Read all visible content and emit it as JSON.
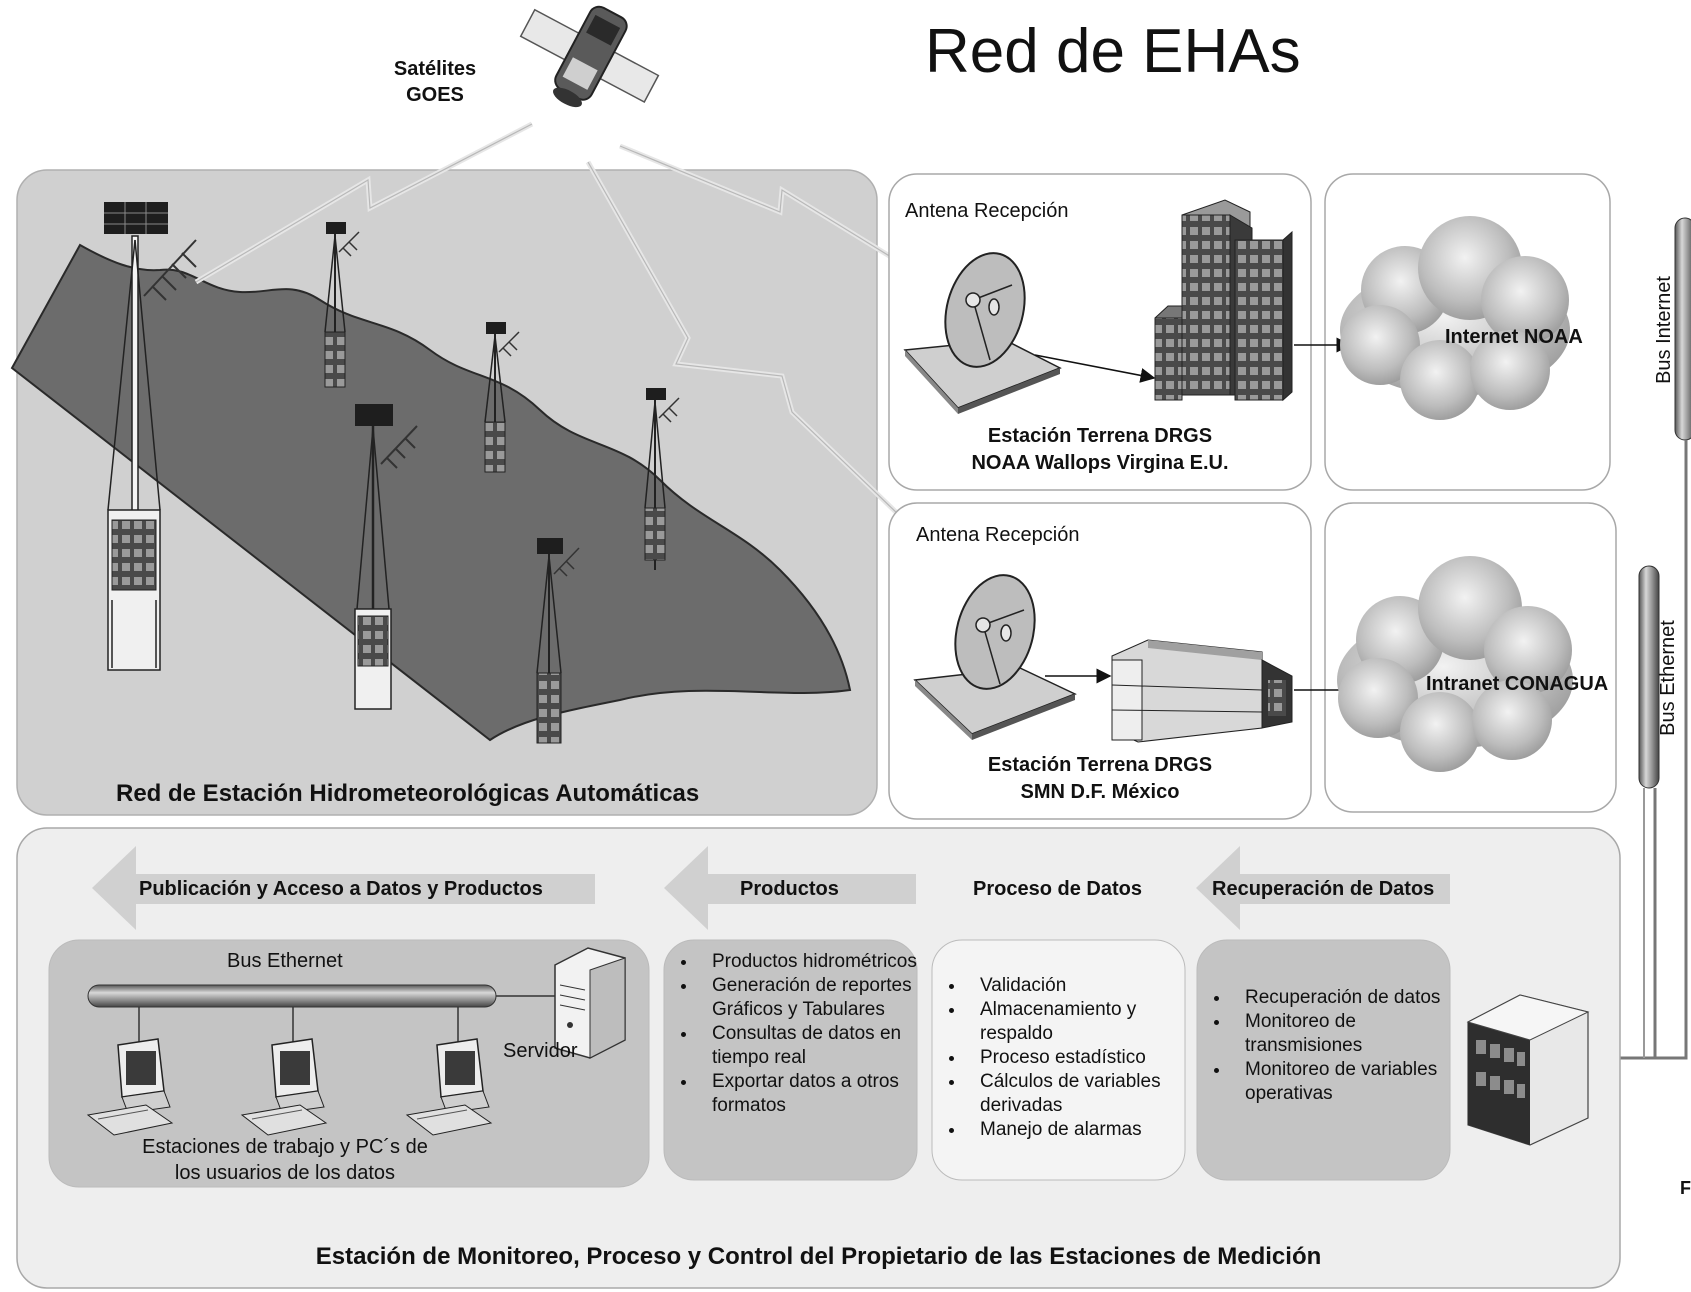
{
  "title": "Red de EHAs",
  "satellite_label": "Satélites\nGOES",
  "station_network_caption": "Red de Estación Hidrometeorológicas Automáticas",
  "ground_station_1": {
    "antenna_label": "Antena Recepción",
    "caption_line1": "Estación Terrena DRGS",
    "caption_line2": "NOAA Wallops Virgina E.U."
  },
  "ground_station_2": {
    "antenna_label": "Antena Recepción",
    "caption_line1": "Estación Terrena DRGS",
    "caption_line2": "SMN D.F.  México"
  },
  "cloud_1_label": "Internet NOAA",
  "cloud_2_label": "Intranet CONAGUA",
  "bus_internet_label": "Bus Internet",
  "bus_ethernet_vertical_label": "Bus Ethernet",
  "edge_letter": "F",
  "monitoring": {
    "caption": "Estación de Monitoreo, Proceso y Control del Propietario de las Estaciones de Medición",
    "arrow_publicacion": "Publicación y Acceso a Datos y Productos",
    "arrow_productos": "Productos",
    "label_proceso": "Proceso de Datos",
    "arrow_recuperacion": "Recuperación de Datos",
    "users_box": {
      "bus_label": "Bus Ethernet",
      "server_label": "Servidor",
      "caption_line1": "Estaciones de trabajo y PC´s de",
      "caption_line2": "los  usuarios de los datos"
    },
    "productos_items": [
      "Productos hidrométricos",
      "Generación de reportes Gráficos y Tabulares",
      "Consultas de datos en tiempo real",
      "Exportar datos a otros formatos"
    ],
    "proceso_items": [
      "Validación",
      "Almacenamiento y respaldo",
      "Proceso estadístico",
      "Cálculos de variables derivadas",
      "Manejo de alarmas"
    ],
    "recuperacion_items": [
      "Recuperación de datos",
      "Monitoreo de transmisiones",
      "Monitoreo de variables operativas"
    ]
  }
}
